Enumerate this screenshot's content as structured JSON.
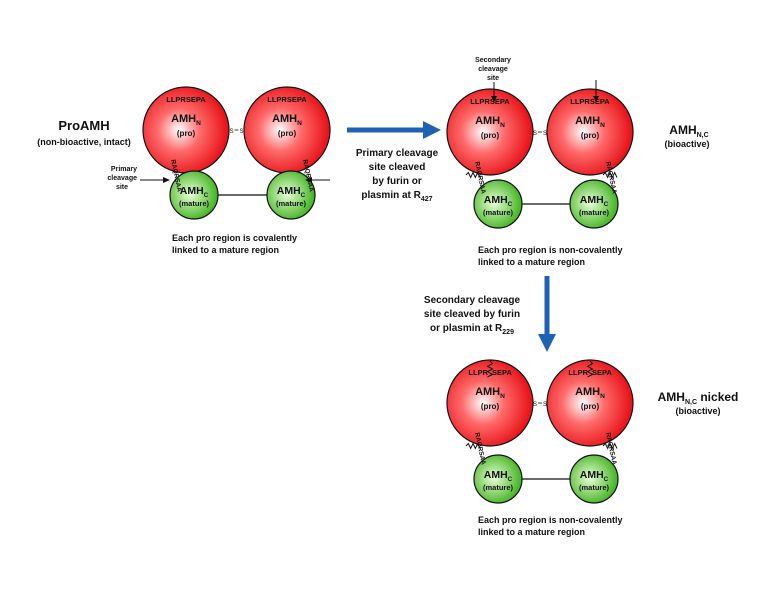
{
  "colors": {
    "pro_fill_light": "#ffffff",
    "pro_fill_mid": "#ff6a6a",
    "pro_fill_dark": "#e8151b",
    "mature_fill_light": "#e9ffd8",
    "mature_fill_dark": "#3fb21c",
    "arrow_blue": "#1f62b3",
    "stroke": "#111111"
  },
  "stage1": {
    "title": "ProAMH",
    "subtitle": "(non-bioactive, intact)",
    "primary_label_line1": "Primary",
    "primary_label_line2": "cleavage",
    "primary_label_line3": "site",
    "caption_line1": "Each pro region is covalently",
    "caption_line2": "linked to a mature region"
  },
  "stage2": {
    "title": "AMH",
    "title_sub": "N,C",
    "subtitle": "(bioactive)",
    "secondary_label_line1": "Secondary",
    "secondary_label_line2": "cleavage",
    "secondary_label_line3": "site",
    "caption_line1": "Each pro region is non-covalently",
    "caption_line2": "linked to a mature region"
  },
  "stage3": {
    "title": "AMH",
    "title_sub": "N,C",
    "title_suffix": " nicked",
    "subtitle": "(bioactive)",
    "caption_line1": "Each pro region is non-covalently",
    "caption_line2": "linked to a mature region"
  },
  "arrow1": {
    "line1": "Primary cleavage",
    "line2": "site cleaved",
    "line3": "by furin or",
    "line4": "plasmin at R",
    "line4_sub": "427"
  },
  "arrow2": {
    "line1": "Secondary cleavage",
    "line2": "site cleaved by furin",
    "line3": "or plasmin at R",
    "line3_sub": "229"
  },
  "molecule": {
    "pro_seq": "LLPRSEPA",
    "pro_seq_left": "LLPR",
    "pro_seq_right": "SEPA",
    "pro_name": "AMH",
    "pro_sub": "N",
    "pro_tag": "(pro)",
    "mature_name": "AMH",
    "mature_sub_left": "C",
    "mature_sub_right": "C",
    "mature_tag": "(mature)",
    "linker_seq": "RAQRSAA",
    "disulfide_s": "S"
  }
}
